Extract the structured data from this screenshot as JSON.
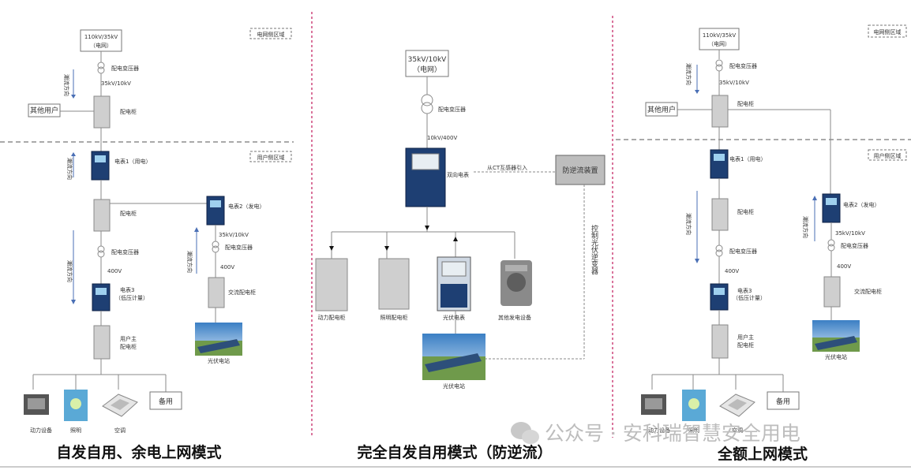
{
  "panels": [
    {
      "caption": "自发自用、余电上网模式",
      "grid_source": "110kV/35kV",
      "grid_source_sub": "（电网）",
      "grid_zone": "电网侧区域",
      "user_zone": "用户侧区域",
      "transformer1": "配电变压器",
      "volt1": "35kV/10kV",
      "flow_dir": "潮流方向",
      "other_users": "其他用户",
      "cabinet1": "配电柜",
      "meter1": "电表1（用电）",
      "cabinet2": "配电柜",
      "meter2": "电表2（发电）",
      "transformer2": "配电变压器",
      "volt2": "400V",
      "meter3": "电表3",
      "meter3_sub": "（低压计量）",
      "main_cabinet": "用户主",
      "main_cabinet_sub": "配电柜",
      "pv_volt": "35kV/10kV",
      "pv_transformer": "配电变压器",
      "pv_volt2": "400V",
      "ac_cabinet": "交流配电柜",
      "pv_station": "光伏电站",
      "loads": [
        "动力设备",
        "照明",
        "空调",
        "备用"
      ]
    },
    {
      "caption": "完全自发自用模式（防逆流）",
      "grid_source": "35kV/10kV",
      "grid_source_sub": "（电网）",
      "transformer": "配电变压器",
      "volt": "10kV/400V",
      "bidir_meter": "双向电表",
      "ct_note": "从CT互感器引入",
      "anti_reverse": "防逆流装置",
      "control_note": "控制光伏逆变器",
      "loads": [
        "动力配电柜",
        "照明配电柜",
        "光伏电表",
        "其他发电设备"
      ],
      "pv_station": "光伏电站"
    },
    {
      "caption": "全额上网模式",
      "grid_source": "110kV/35kV",
      "grid_source_sub": "（电网）",
      "grid_zone": "电网侧区域",
      "user_zone": "用户侧区域",
      "transformer1": "配电变压器",
      "volt1": "35kV/10kV",
      "flow_dir": "潮流方向",
      "other_users": "其他用户",
      "cabinet1": "配电柜",
      "meter1": "电表1（用电）",
      "cabinet2": "配电柜",
      "meter2": "电表2（发电）",
      "transformer2": "配电变压器",
      "volt2": "400V",
      "meter3": "电表3",
      "meter3_sub": "（低压计量）",
      "main_cabinet": "用户主",
      "main_cabinet_sub": "配电柜",
      "pv_volt": "35kV/10kV",
      "pv_transformer": "配电变压器",
      "pv_volt2": "400V",
      "ac_cabinet": "交流配电柜",
      "pv_station": "光伏电站",
      "loads": [
        "动力设备",
        "照明",
        "空调",
        "备用"
      ]
    }
  ],
  "watermark": "公众号 · 安科瑞智慧安全用电",
  "colors": {
    "divider": "#c2185b",
    "meter": "#1e3f73",
    "cabinet": "#cfcfcf",
    "sky": "#3b7fc4",
    "grass": "#6f9a4b"
  }
}
